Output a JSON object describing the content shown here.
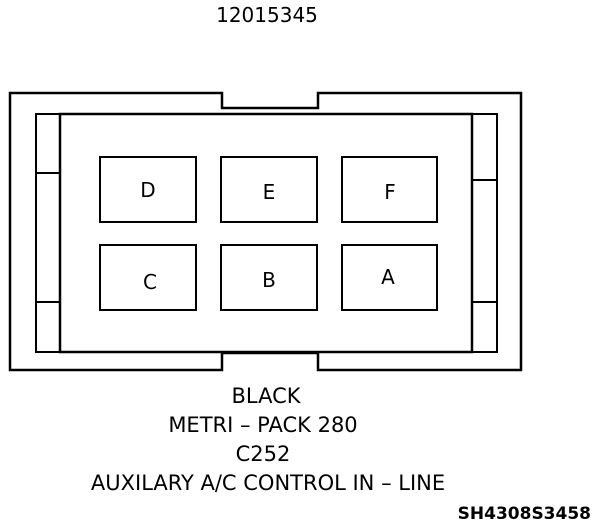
{
  "part_number": "12015345",
  "cavities": [
    {
      "id": "D"
    },
    {
      "id": "E"
    },
    {
      "id": "F"
    },
    {
      "id": "C"
    },
    {
      "id": "B"
    },
    {
      "id": "A"
    }
  ],
  "caption": {
    "color": "BLACK",
    "series": "METRI – PACK 280",
    "connector_id": "C252",
    "description": "AUXILARY A/C CONTROL IN – LINE"
  },
  "figure_code": "SH4308S3458"
}
